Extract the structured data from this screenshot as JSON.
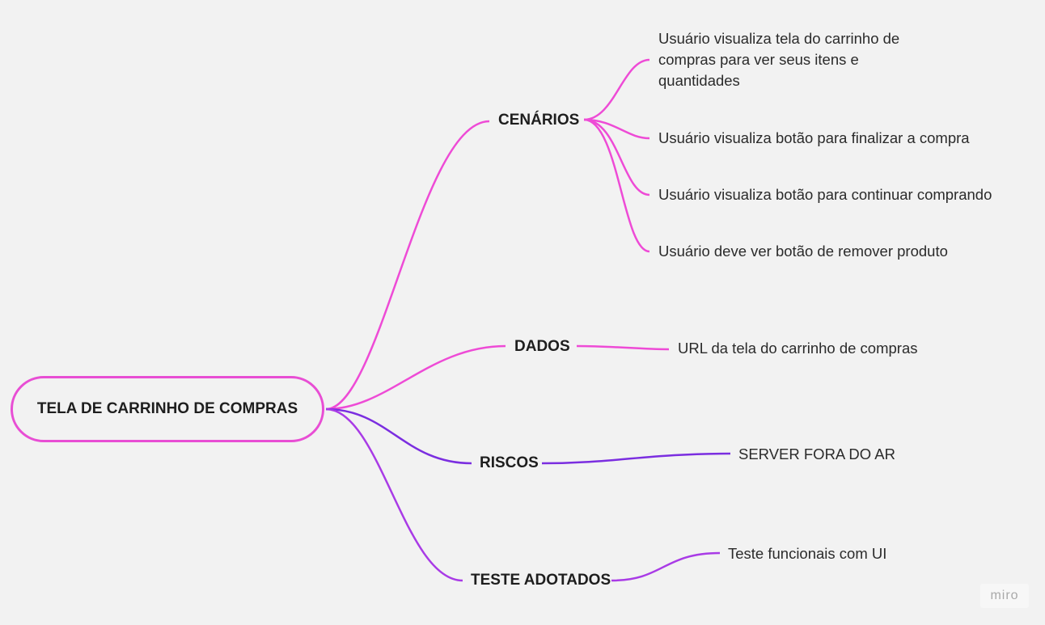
{
  "mindmap": {
    "root": {
      "label": "TELA DE CARRINHO DE COMPRAS",
      "color": "#e84ed4"
    },
    "branches": [
      {
        "label": "CENÁRIOS",
        "color": "#ee4bd6",
        "children": [
          "Usuário visualiza tela do carrinho de compras para ver seus itens e quantidades",
          "Usuário visualiza botão para finalizar a compra",
          "Usuário visualiza botão para continuar comprando",
          "Usuário deve ver botão de remover produto"
        ]
      },
      {
        "label": "DADOS",
        "color": "#ee4bd6",
        "children": [
          "URL da tela do carrinho de compras"
        ]
      },
      {
        "label": "RISCOS",
        "color": "#7b2ee0",
        "children": [
          "SERVER FORA DO AR"
        ]
      },
      {
        "label": "TESTE ADOTADOS",
        "color": "#a93be6",
        "children": [
          "Teste funcionais com UI"
        ]
      }
    ]
  },
  "watermark": "miro"
}
